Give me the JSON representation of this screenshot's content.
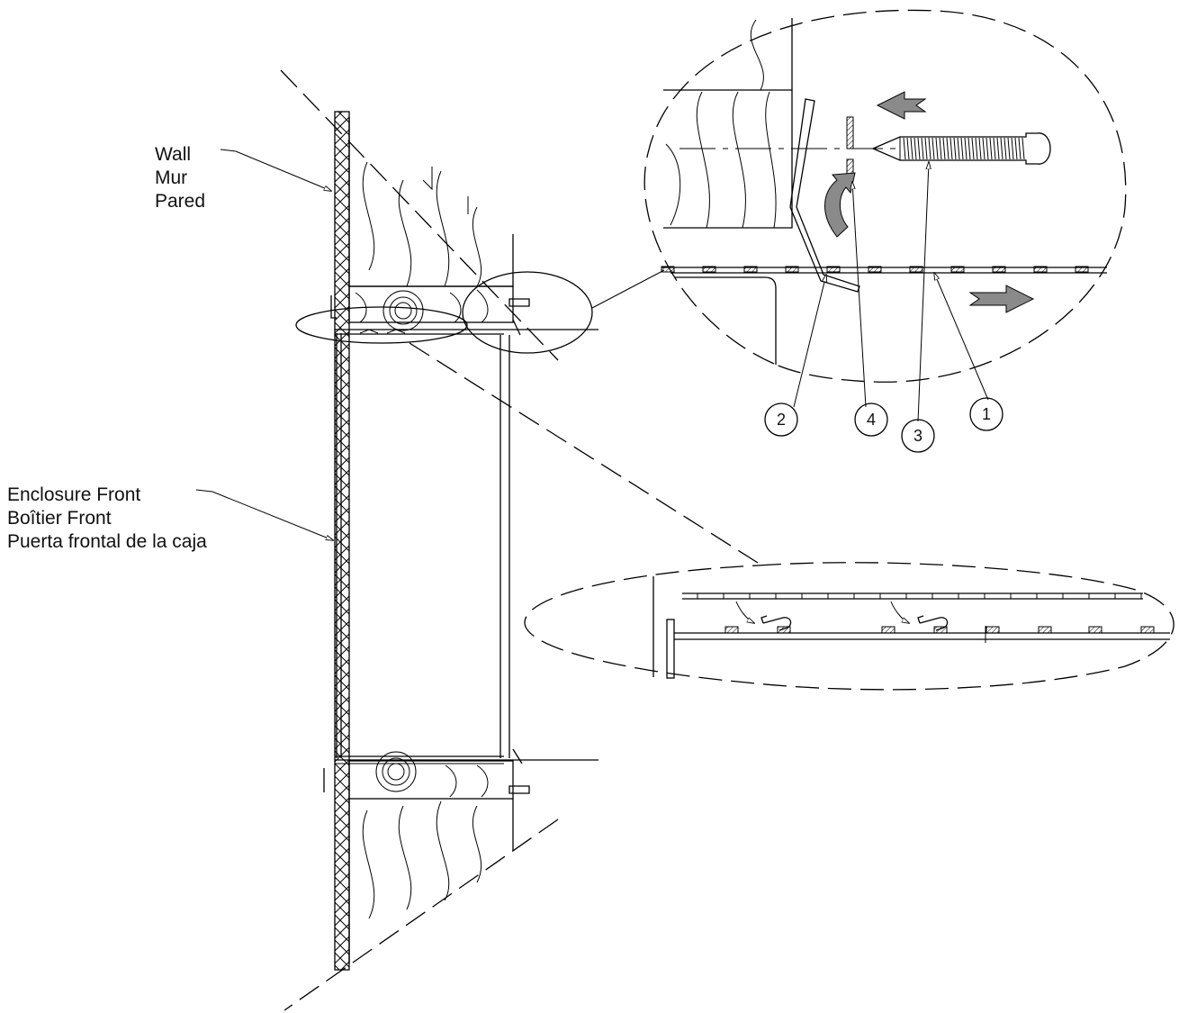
{
  "labels": {
    "wall": [
      "Wall",
      "Mur",
      "Pared"
    ],
    "enclosure_front": [
      "Enclosure Front",
      "Boîtier Front",
      "Puerta frontal de la caja"
    ]
  },
  "callouts": [
    "1",
    "2",
    "3",
    "4"
  ]
}
